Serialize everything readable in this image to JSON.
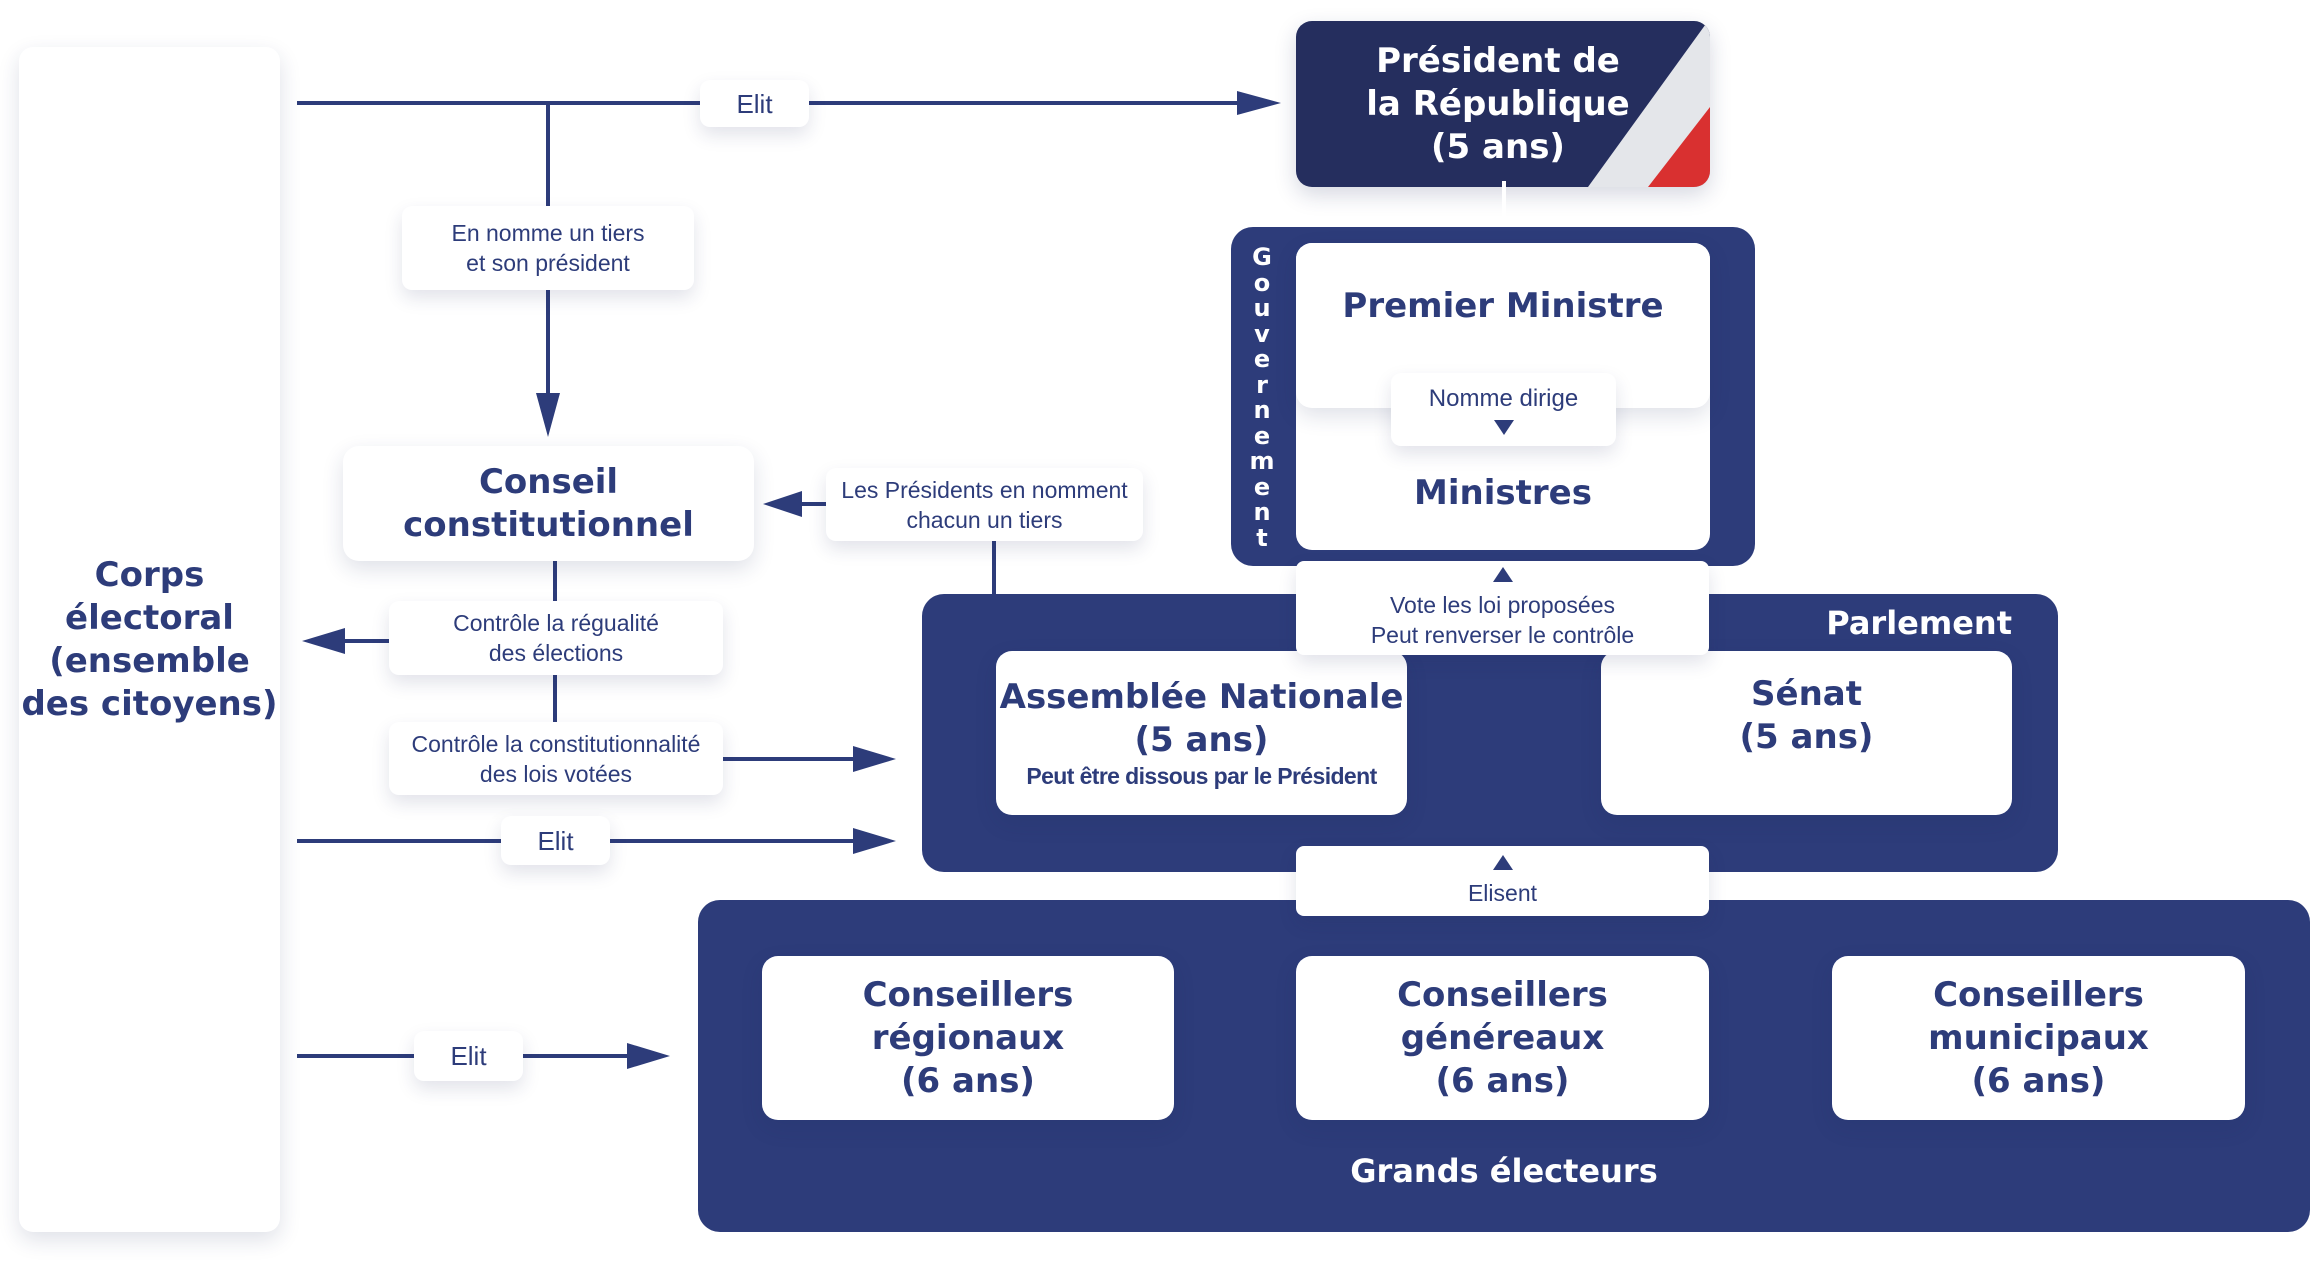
{
  "title": "Institutions de la Ve République",
  "colors": {
    "navy": "#2d3c7a",
    "dark_navy": "#252e5e",
    "flag_white": "#e4e6ea",
    "flag_red": "#d93030"
  },
  "corps_electoral": {
    "lines": [
      "Corps",
      "électoral",
      "(ensemble",
      "des citoyens)"
    ]
  },
  "president": {
    "lines": [
      "Président de",
      "la République",
      "(5 ans)"
    ]
  },
  "gouvernement": {
    "label_letters": [
      "G",
      "o",
      "u",
      "v",
      "e",
      "r",
      "n",
      "e",
      "m",
      "e",
      "n",
      "t"
    ],
    "premier_ministre": "Premier Ministre",
    "nomme_dirige": "Nomme dirige",
    "ministres": "Ministres"
  },
  "conseil_constitutionnel": {
    "lines": [
      "Conseil",
      "constitutionnel"
    ]
  },
  "parlement": {
    "title": "Parlement",
    "assemblee": {
      "name": "Assemblée Nationale",
      "duration": "(5 ans)",
      "note": "Peut être dissous par le Président"
    },
    "senat": {
      "name": "Sénat",
      "duration": "(5 ans)"
    },
    "vote_label": [
      "Vote les loi proposées",
      "Peut renverser le contrôle"
    ],
    "elisent_label": "Elisent"
  },
  "grands_electeurs": {
    "title": "Grands électeurs",
    "conseillers": [
      {
        "lines": [
          "Conseillers",
          "régionaux",
          "(6 ans)"
        ]
      },
      {
        "lines": [
          "Conseillers",
          "généreaux",
          "(6 ans)"
        ]
      },
      {
        "lines": [
          "Conseillers",
          "municipaux",
          "(6 ans)"
        ]
      }
    ]
  },
  "edge_labels": {
    "elit_president": "Elit",
    "nomme_tiers": [
      "En nomme un tiers",
      "et son président"
    ],
    "presidents_nomment": [
      "Les Présidents en nomment",
      "chacun un tiers"
    ],
    "controle_regualite": [
      "Contrôle la régualité",
      "des élections"
    ],
    "controle_constitutionnalite": [
      "Contrôle la constitutionnalité",
      "des lois votées"
    ],
    "elit_parlement": "Elit",
    "elit_conseillers": "Elit"
  }
}
